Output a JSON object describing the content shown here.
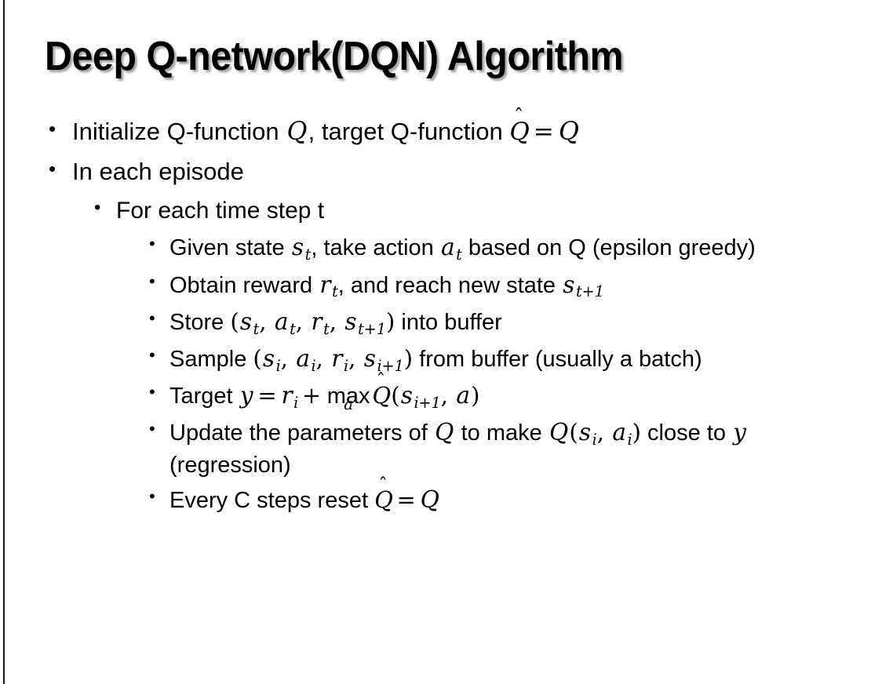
{
  "slide": {
    "title": "Deep Q-network(DQN) Algorithm",
    "bullet_marker": "•",
    "accent_color": "#1a1a1a",
    "background_color": "#ffffff",
    "text_color": "#000000"
  },
  "content": {
    "items": [
      {
        "level": 1,
        "id": "initialize",
        "parts": [
          {
            "t": "text",
            "v": "Initialize Q-function "
          },
          {
            "t": "math",
            "v": "Q"
          },
          {
            "t": "text",
            "v": ", target Q-function "
          },
          {
            "t": "qhat",
            "v": "Q"
          },
          {
            "t": "op",
            "v": "="
          },
          {
            "t": "math",
            "v": "Q"
          }
        ],
        "plain": "Initialize Q-function Q, target Q-function Q̂ = Q"
      },
      {
        "level": 1,
        "id": "in-each-episode",
        "parts": [
          {
            "t": "text",
            "v": "In each episode"
          }
        ],
        "plain": "In each episode"
      },
      {
        "level": 2,
        "id": "for-each-time-step",
        "parts": [
          {
            "t": "text",
            "v": "For each time step t"
          }
        ],
        "plain": "For each time step t"
      },
      {
        "level": 3,
        "id": "given-state",
        "parts": [
          {
            "t": "text",
            "v": "Given state "
          },
          {
            "t": "math",
            "v": "s"
          },
          {
            "t": "sub",
            "v": "t"
          },
          {
            "t": "text",
            "v": ", take action "
          },
          {
            "t": "math",
            "v": "a"
          },
          {
            "t": "sub",
            "v": "t"
          },
          {
            "t": "text",
            "v": " based on Q (epsilon greedy)"
          }
        ],
        "plain": "Given state s_t, take action a_t based on Q (epsilon greedy)"
      },
      {
        "level": 3,
        "id": "obtain-reward",
        "parts": [
          {
            "t": "text",
            "v": "Obtain reward "
          },
          {
            "t": "math",
            "v": "r"
          },
          {
            "t": "sub",
            "v": "t"
          },
          {
            "t": "text",
            "v": ", and reach new state "
          },
          {
            "t": "math",
            "v": "s"
          },
          {
            "t": "sub",
            "v": "t+1"
          }
        ],
        "plain": "Obtain reward r_t, and reach new state s_{t+1}"
      },
      {
        "level": 3,
        "id": "store-into-buffer",
        "parts": [
          {
            "t": "text",
            "v": "Store "
          },
          {
            "t": "mathup",
            "v": "("
          },
          {
            "t": "math",
            "v": "s"
          },
          {
            "t": "sub",
            "v": "t"
          },
          {
            "t": "mathup",
            "v": ", "
          },
          {
            "t": "math",
            "v": "a"
          },
          {
            "t": "sub",
            "v": "t"
          },
          {
            "t": "mathup",
            "v": ", "
          },
          {
            "t": "math",
            "v": "r"
          },
          {
            "t": "sub",
            "v": "t"
          },
          {
            "t": "mathup",
            "v": ", "
          },
          {
            "t": "math",
            "v": "s"
          },
          {
            "t": "sub",
            "v": "t+1"
          },
          {
            "t": "mathup",
            "v": ")"
          },
          {
            "t": "text",
            "v": " into buffer"
          }
        ],
        "plain": "Store (s_t, a_t, r_t, s_{t+1}) into buffer"
      },
      {
        "level": 3,
        "id": "sample-from-buffer",
        "parts": [
          {
            "t": "text",
            "v": "Sample "
          },
          {
            "t": "mathup",
            "v": "("
          },
          {
            "t": "math",
            "v": "s"
          },
          {
            "t": "sub",
            "v": "i"
          },
          {
            "t": "mathup",
            "v": ", "
          },
          {
            "t": "math",
            "v": "a"
          },
          {
            "t": "sub",
            "v": "i"
          },
          {
            "t": "mathup",
            "v": ", "
          },
          {
            "t": "math",
            "v": "r"
          },
          {
            "t": "sub",
            "v": "i"
          },
          {
            "t": "mathup",
            "v": ", "
          },
          {
            "t": "math",
            "v": "s"
          },
          {
            "t": "sub",
            "v": "i+1"
          },
          {
            "t": "mathup",
            "v": ")"
          },
          {
            "t": "text",
            "v": " from buffer (usually a batch)"
          }
        ],
        "plain": "Sample (s_i, a_i, r_i, s_{i+1}) from buffer (usually a batch)"
      },
      {
        "level": 3,
        "id": "target",
        "parts": [
          {
            "t": "text",
            "v": "Target "
          },
          {
            "t": "math",
            "v": "y"
          },
          {
            "t": "op",
            "v": "="
          },
          {
            "t": "math",
            "v": "r"
          },
          {
            "t": "sub",
            "v": "i"
          },
          {
            "t": "op",
            "v": "+"
          },
          {
            "t": "underset",
            "v": "max",
            "under": "a"
          },
          {
            "t": "qhat",
            "v": "Q"
          },
          {
            "t": "mathup",
            "v": "("
          },
          {
            "t": "math",
            "v": "s"
          },
          {
            "t": "sub",
            "v": "i+1"
          },
          {
            "t": "mathup",
            "v": ", "
          },
          {
            "t": "math",
            "v": "a"
          },
          {
            "t": "mathup",
            "v": ")"
          }
        ],
        "plain": "Target y = r_i + max_a Q̂(s_{i+1}, a)"
      },
      {
        "level": 3,
        "id": "update-parameters",
        "parts": [
          {
            "t": "text",
            "v": "Update the parameters of "
          },
          {
            "t": "math",
            "v": "Q"
          },
          {
            "t": "text",
            "v": " to make "
          },
          {
            "t": "math",
            "v": "Q"
          },
          {
            "t": "mathup",
            "v": "("
          },
          {
            "t": "math",
            "v": "s"
          },
          {
            "t": "sub",
            "v": "i"
          },
          {
            "t": "mathup",
            "v": ", "
          },
          {
            "t": "math",
            "v": "a"
          },
          {
            "t": "sub",
            "v": "i"
          },
          {
            "t": "mathup",
            "v": ")"
          },
          {
            "t": "text",
            "v": " close to "
          },
          {
            "t": "math",
            "v": "y"
          },
          {
            "t": "text",
            "v": " (regression)"
          }
        ],
        "plain": "Update the parameters of Q to make Q(s_i, a_i) close to y (regression)"
      },
      {
        "level": 3,
        "id": "every-c-steps",
        "parts": [
          {
            "t": "text",
            "v": "Every C steps reset "
          },
          {
            "t": "qhat",
            "v": "Q"
          },
          {
            "t": "op",
            "v": "="
          },
          {
            "t": "math",
            "v": "Q"
          }
        ],
        "plain": "Every C steps reset Q̂ = Q"
      }
    ]
  }
}
